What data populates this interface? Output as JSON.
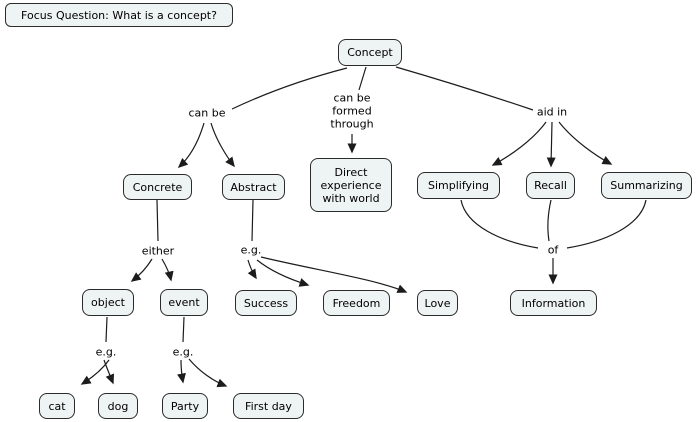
{
  "focus_question": "Focus Question: What is a concept?",
  "concepts": {
    "concept": "Concept",
    "concrete": "Concrete",
    "abstract": "Abstract",
    "direct_experience": "Direct\nexperience\nwith world",
    "simplifying": "Simplifying",
    "recall": "Recall",
    "summarizing": "Summarizing",
    "object": "object",
    "event": "event",
    "success": "Success",
    "freedom": "Freedom",
    "love": "Love",
    "information": "Information",
    "cat": "cat",
    "dog": "dog",
    "party": "Party",
    "first_day": "First day"
  },
  "linking_phrases": {
    "can_be": "can be",
    "can_be_formed_through": "can be\nformed\nthrough",
    "aid_in": "aid in",
    "either": "either",
    "eg_abstract": "e.g.",
    "of": "of",
    "eg_object": "e.g.",
    "eg_event": "e.g."
  },
  "propositions": [
    {
      "from": "Concept",
      "link": "can be",
      "to": [
        "Concrete",
        "Abstract"
      ]
    },
    {
      "from": "Concept",
      "link": "can be formed through",
      "to": [
        "Direct experience with world"
      ]
    },
    {
      "from": "Concept",
      "link": "aid in",
      "to": [
        "Simplifying",
        "Recall",
        "Summarizing"
      ]
    },
    {
      "from": "Concrete",
      "link": "either",
      "to": [
        "object",
        "event"
      ]
    },
    {
      "from": "Abstract",
      "link": "e.g.",
      "to": [
        "Success",
        "Freedom",
        "Love"
      ]
    },
    {
      "from": "Simplifying / Recall / Summarizing",
      "link": "of",
      "to": [
        "Information"
      ]
    },
    {
      "from": "object",
      "link": "e.g.",
      "to": [
        "cat",
        "dog"
      ]
    },
    {
      "from": "event",
      "link": "e.g.",
      "to": [
        "Party",
        "First day"
      ]
    }
  ],
  "colors": {
    "background": "#ffffff",
    "node_fill": "#eef3f3",
    "node_border": "#2b2b2b",
    "line": "#1c1c1c",
    "text": "#000000"
  }
}
